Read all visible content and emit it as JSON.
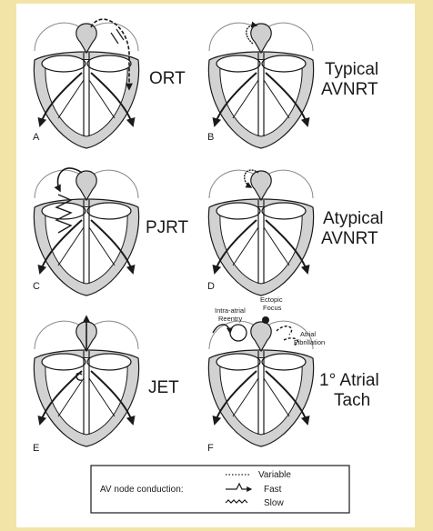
{
  "panels": [
    {
      "letter": "A",
      "title_lines": [
        "ORT"
      ]
    },
    {
      "letter": "B",
      "title_lines": [
        "Typical",
        "AVNRT"
      ]
    },
    {
      "letter": "C",
      "title_lines": [
        "PJRT"
      ]
    },
    {
      "letter": "D",
      "title_lines": [
        "Atypical",
        "AVNRT"
      ]
    },
    {
      "letter": "E",
      "title_lines": [
        "JET"
      ]
    },
    {
      "letter": "F",
      "title_lines": [
        "1° Atrial",
        "Tach"
      ]
    }
  ],
  "panel_f_annotations": {
    "intra_atrial_reentry": [
      "Intra-atrial",
      "Reentry"
    ],
    "ectopic_focus": [
      "Ectopic",
      "Focus"
    ],
    "atrial_fibrillation": [
      "Atrial",
      "Fibrillation"
    ]
  },
  "legend": {
    "title": "AV node conduction:",
    "items": [
      "Variable",
      "Fast",
      "Slow"
    ]
  },
  "colors": {
    "background": "#f2e4a6",
    "figure": "#ffffff",
    "ink": "#1a1a1a",
    "shade": "#cfcfcf"
  }
}
